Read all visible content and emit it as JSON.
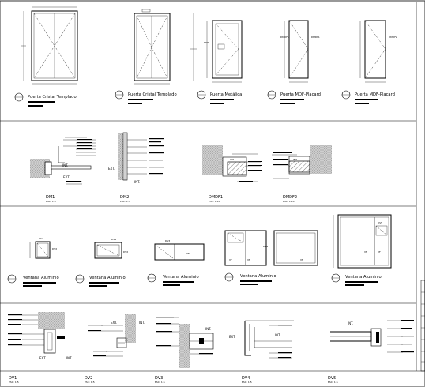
{
  "sheet": {
    "row1_doors": [
      {
        "caption": "Puerta Cristal Templado"
      },
      {
        "caption": "Puerta Cristal Templado"
      },
      {
        "caption": "Puerta Metálica"
      },
      {
        "caption": "Puerta MDF-Placard"
      },
      {
        "caption": "Puerta MDF-Placard"
      }
    ],
    "row1_tags": [
      "DM1",
      "DMDF1",
      "DMDF2"
    ],
    "row2_details": [
      {
        "code": "DM1",
        "scale": "ESC: 1:5"
      },
      {
        "code": "DM2",
        "scale": "ESC: 1:5"
      },
      {
        "code": "DMDF1",
        "scale": "ESC: 1:10"
      },
      {
        "code": "DMDF2",
        "scale": "ESC: 1:10"
      }
    ],
    "row2_marks": {
      "int": "INT.",
      "ext": "EXT."
    },
    "row3_windows": [
      {
        "caption": "Ventana Aluminio"
      },
      {
        "caption": "Ventana Aluminio"
      },
      {
        "caption": "Ventana Aluminio"
      },
      {
        "caption": "Ventana Aluminio"
      },
      {
        "caption": "Ventana Aluminio"
      }
    ],
    "row3_tags": [
      "DV1",
      "DV2",
      "DV3",
      "DV4",
      "DV5",
      "VF",
      "VF",
      "VF",
      "VF",
      "VF",
      "VF",
      "VF"
    ],
    "row4_details": [
      {
        "code": "DV1",
        "scale": "ESC: 1:5"
      },
      {
        "code": "DV2",
        "scale": "ESC: 1:5"
      },
      {
        "code": "DV3",
        "scale": "ESC: 1:5"
      },
      {
        "code": "DV4",
        "scale": "ESC: 1:5"
      },
      {
        "code": "DV5",
        "scale": "ESC: 1:5"
      }
    ],
    "row4_marks": {
      "int": "INT.",
      "ext": "EXT."
    }
  }
}
